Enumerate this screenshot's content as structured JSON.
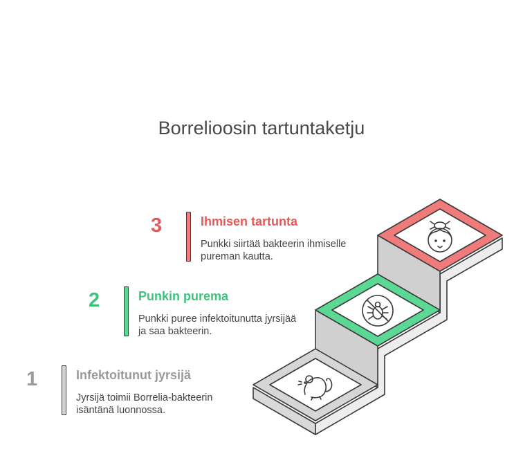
{
  "title": "Borrelioosin tartuntaketju",
  "colors": {
    "step1": "#9a9a9a",
    "step2": "#3cc47c",
    "step3": "#e05a5a",
    "step1_bar": "#d4d4d4",
    "step2_bar": "#5bd893",
    "step3_bar": "#ef7b7b",
    "text": "#444444"
  },
  "steps": [
    {
      "number": "1",
      "heading": "Infektoitunut jyrsijä",
      "description": "Jyrsijä toimii Borrelia-bakteerin isäntänä luonnossa.",
      "icon": "rodent-icon"
    },
    {
      "number": "2",
      "heading": "Punkin purema",
      "description": "Punkki puree infektoitunutta jyrsijää ja saa bakteerin.",
      "icon": "no-tick-icon"
    },
    {
      "number": "3",
      "heading": "Ihmisen tartunta",
      "description": "Punkki siirtää bakteerin ihmiselle pureman kautta.",
      "icon": "person-with-tick-icon"
    }
  ]
}
